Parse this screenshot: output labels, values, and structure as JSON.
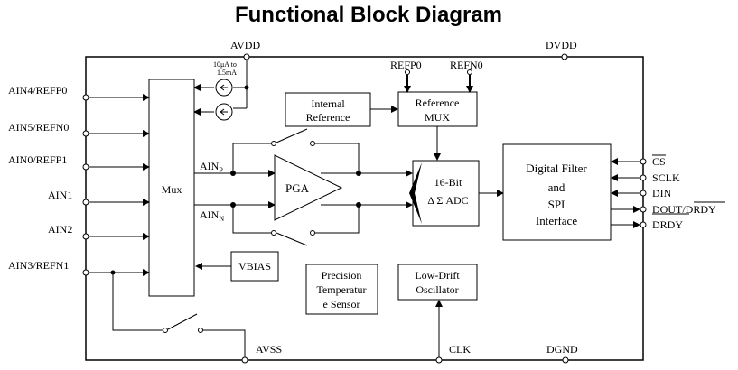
{
  "title": "Functional Block Diagram",
  "supplies": {
    "avdd": "AVDD",
    "dvdd": "DVDD",
    "avss": "AVSS",
    "dgnd": "DGND",
    "clk": "CLK"
  },
  "current_source": {
    "line1": "10μA to",
    "line2": "1.5mA"
  },
  "ref_pins": {
    "refp0": "REFP0",
    "refn0": "REFN0"
  },
  "inputs": [
    "AIN4/REFP0",
    "AIN5/REFN0",
    "AIN0/REFP1",
    "AIN1",
    "AIN2",
    "AIN3/REFN1"
  ],
  "blocks": {
    "mux": "Mux",
    "internal_ref_line1": "Internal",
    "internal_ref_line2": "Reference",
    "ref_mux_line1": "Reference",
    "ref_mux_line2": "MUX",
    "pga": "PGA",
    "adc_line1": "16-Bit",
    "adc_line2": "Δ Σ ADC",
    "dfilter_line1": "Digital Filter",
    "dfilter_line2": "and",
    "dfilter_line3": "SPI",
    "dfilter_line4": "Interface",
    "vbias": "VBIAS",
    "temp_line1": "Precision",
    "temp_line2": "Temperatur",
    "temp_line3": "e Sensor",
    "osc_line1": "Low-Drift",
    "osc_line2": "Oscillator"
  },
  "ain_p": {
    "main": "AIN",
    "sub": "P"
  },
  "ain_n": {
    "main": "AIN",
    "sub": "N"
  },
  "digital_pins": [
    "CS",
    "SCLK",
    "DIN",
    "DOUT/DRDY",
    "DRDY"
  ]
}
